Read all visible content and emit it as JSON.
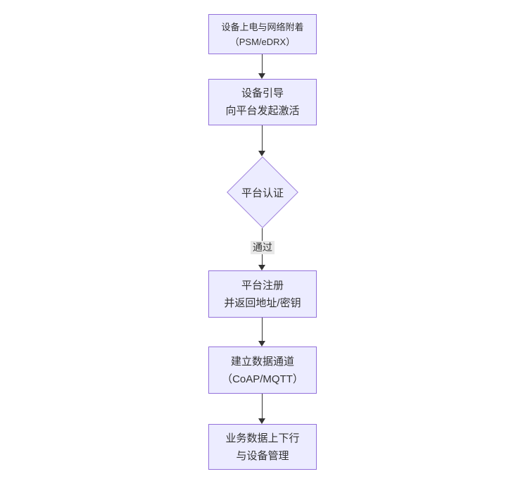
{
  "diagram": {
    "type": "flowchart",
    "direction": "top-down",
    "colors": {
      "canvas_bg": "#ffffff",
      "node_fill": "#ececff",
      "node_border": "#9370db",
      "text": "#333333",
      "edge": "#333333",
      "edge_label_bg": "#e8e8e8"
    },
    "nodes": [
      {
        "id": "n1",
        "shape": "rect",
        "lines": [
          "设备上电与网络附着",
          "（PSM/eDRX）"
        ]
      },
      {
        "id": "n2",
        "shape": "rect",
        "lines": [
          "设备引导",
          "向平台发起激活"
        ]
      },
      {
        "id": "n3",
        "shape": "diamond",
        "lines": [
          "平台认证"
        ]
      },
      {
        "id": "n4",
        "shape": "rect",
        "lines": [
          "平台注册",
          "并返回地址/密钥"
        ]
      },
      {
        "id": "n5",
        "shape": "rect",
        "lines": [
          "建立数据通道",
          "（CoAP/MQTT）"
        ]
      },
      {
        "id": "n6",
        "shape": "rect",
        "lines": [
          "业务数据上下行",
          "与设备管理"
        ]
      }
    ],
    "edges": [
      {
        "from": "n1",
        "to": "n2",
        "label": ""
      },
      {
        "from": "n2",
        "to": "n3",
        "label": ""
      },
      {
        "from": "n3",
        "to": "n4",
        "label": "通过"
      },
      {
        "from": "n4",
        "to": "n5",
        "label": ""
      },
      {
        "from": "n5",
        "to": "n6",
        "label": ""
      }
    ]
  }
}
